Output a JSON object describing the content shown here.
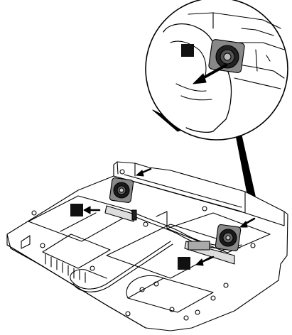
{
  "diagram": {
    "description_visible_text": "",
    "callouts": [
      {
        "id": "callout-1",
        "label": ""
      },
      {
        "id": "callout-2",
        "label": ""
      },
      {
        "id": "callout-3",
        "label": ""
      }
    ]
  },
  "colors": {
    "line": "#000000",
    "fill": "#ffffff",
    "speaker_dark": "#1a1a1a",
    "speaker_mid": "#888888",
    "callout_fill": "#111111"
  }
}
